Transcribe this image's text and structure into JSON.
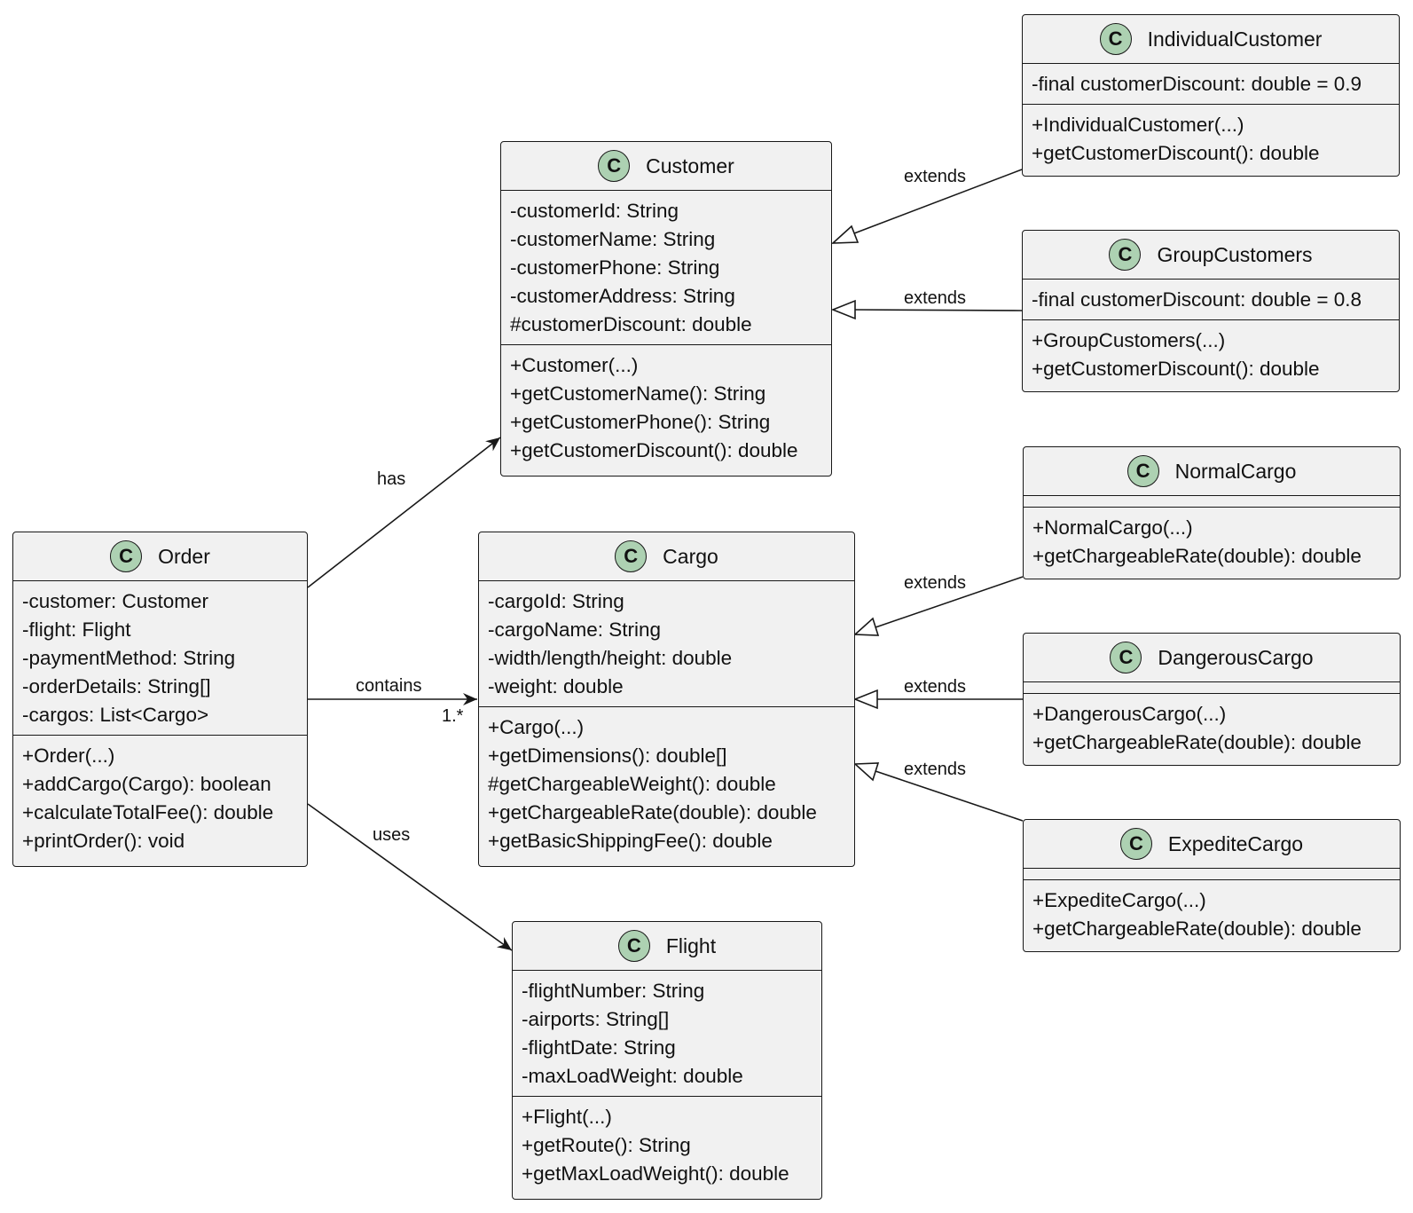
{
  "classes": {
    "individual_customer": {
      "badge": "C",
      "name": "IndividualCustomer",
      "fields": [
        "-final customerDiscount: double = 0.9"
      ],
      "methods": [
        "+IndividualCustomer(...)",
        "+getCustomerDiscount(): double"
      ]
    },
    "customer": {
      "badge": "C",
      "name": "Customer",
      "fields": [
        "-customerId: String",
        "-customerName: String",
        "-customerPhone: String",
        "-customerAddress: String",
        "#customerDiscount: double"
      ],
      "methods": [
        "+Customer(...)",
        "+getCustomerName(): String",
        "+getCustomerPhone(): String",
        "+getCustomerDiscount(): double"
      ]
    },
    "group_customers": {
      "badge": "C",
      "name": "GroupCustomers",
      "fields": [
        "-final customerDiscount: double = 0.8"
      ],
      "methods": [
        "+GroupCustomers(...)",
        "+getCustomerDiscount(): double"
      ]
    },
    "normal_cargo": {
      "badge": "C",
      "name": "NormalCargo",
      "fields": [],
      "methods": [
        "+NormalCargo(...)",
        "+getChargeableRate(double): double"
      ]
    },
    "order": {
      "badge": "C",
      "name": "Order",
      "fields": [
        "-customer: Customer",
        "-flight: Flight",
        "-paymentMethod: String",
        "-orderDetails: String[]",
        "-cargos: List<Cargo>"
      ],
      "methods": [
        "+Order(...)",
        "+addCargo(Cargo): boolean",
        "+calculateTotalFee(): double",
        "+printOrder(): void"
      ]
    },
    "cargo": {
      "badge": "C",
      "name": "Cargo",
      "fields": [
        "-cargoId: String",
        "-cargoName: String",
        "-width/length/height: double",
        "-weight: double"
      ],
      "methods": [
        "+Cargo(...)",
        "+getDimensions(): double[]",
        "#getChargeableWeight(): double",
        "+getChargeableRate(double): double",
        "+getBasicShippingFee(): double"
      ]
    },
    "dangerous_cargo": {
      "badge": "C",
      "name": "DangerousCargo",
      "fields": [],
      "methods": [
        "+DangerousCargo(...)",
        "+getChargeableRate(double): double"
      ]
    },
    "expedite_cargo": {
      "badge": "C",
      "name": "ExpediteCargo",
      "fields": [],
      "methods": [
        "+ExpediteCargo(...)",
        "+getChargeableRate(double): double"
      ]
    },
    "flight": {
      "badge": "C",
      "name": "Flight",
      "fields": [
        "-flightNumber: String",
        "-airports: String[]",
        "-flightDate: String",
        "-maxLoadWeight: double"
      ],
      "methods": [
        "+Flight(...)",
        "+getRoute(): String",
        "+getMaxLoadWeight(): double"
      ]
    }
  },
  "relations": {
    "has": "has",
    "contains": "contains",
    "contains_multiplicity": "1.*",
    "uses": "uses",
    "extends_individual": "extends",
    "extends_group": "extends",
    "extends_normal": "extends",
    "extends_dangerous": "extends",
    "extends_expedite": "extends"
  },
  "colors": {
    "badge_fill": "#add1b2",
    "box_fill": "#f1f1f1",
    "line": "#181818"
  }
}
